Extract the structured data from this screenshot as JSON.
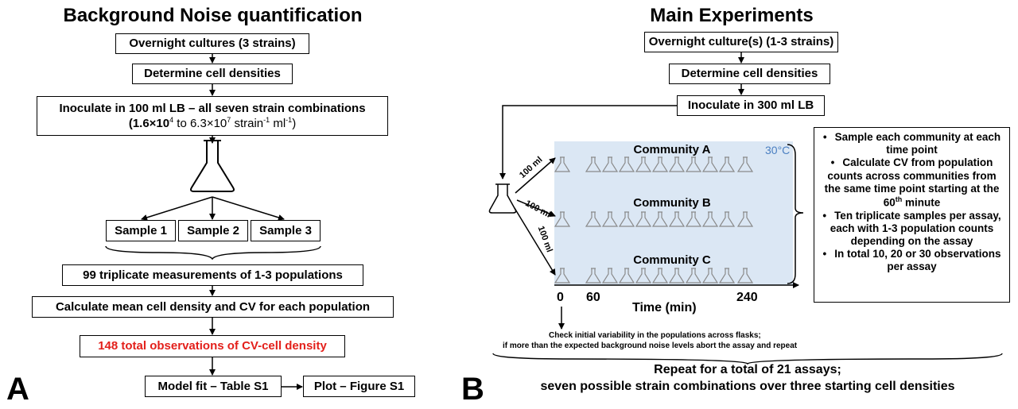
{
  "panel_a": {
    "title": "Background Noise quantification",
    "step1": "Overnight cultures (3 strains)",
    "step2": "Determine cell densities",
    "step3_line1": "Inoculate in 100 ml LB – all seven strain combinations",
    "step3_line2_pre": "(",
    "step3_line2_bold1": "1.6×10",
    "step3_sup1": "4",
    "step3_mid": " to 6.3×10",
    "step3_sup2": "7",
    "step3_strain": " strain",
    "step3_sup3": "-1",
    "step3_ml": " ml",
    "step3_sup4": "-1",
    "step3_close": ")",
    "samples": [
      "Sample 1",
      "Sample 2",
      "Sample 3"
    ],
    "step5": "99 triplicate measurements of 1-3 populations",
    "step6": "Calculate mean cell density and CV for each population",
    "step7": "148 total observations of CV-cell density",
    "model_fit": "Model fit – Table S1",
    "plot": "Plot – Figure S1",
    "letter": "A"
  },
  "panel_b": {
    "title": "Main Experiments",
    "step1": "Overnight culture(s) (1-3 strains)",
    "step2": "Determine cell densities",
    "step3": "Inoculate in 300 ml LB",
    "communities": [
      "Community A",
      "Community B",
      "Community C"
    ],
    "temperature": "30°C",
    "transfer_labels": [
      "100 ml",
      "100 ml",
      "100 ml"
    ],
    "axis_ticks": [
      "0",
      "60",
      "240"
    ],
    "axis_label": "Time (min)",
    "bullets": [
      "Sample each community at each time point",
      "Calculate CV from population counts across communities from the same time point starting at the 60th minute",
      "Ten triplicate samples per assay, each with 1-3 population counts depending on the assay",
      "In total 10, 20 or 30 observations per assay"
    ],
    "bullet2_a": "Calculate CV from population counts across communities from the same time point starting at the 60",
    "bullet2_sup": "th",
    "bullet2_b": " minute",
    "note_line1": "Check initial variability in the populations across flasks;",
    "note_line2": "if more than the expected background noise levels abort the assay and repeat",
    "repeat_line1": "Repeat for a total of 21 assays;",
    "repeat_line2": "seven possible strain combinations over three starting cell densities",
    "letter": "B"
  },
  "colors": {
    "community_bg": "#dbe7f4",
    "flask_stroke": "#8a8a8a",
    "temperature": "#4a7fc1",
    "highlight": "#e3201b"
  }
}
